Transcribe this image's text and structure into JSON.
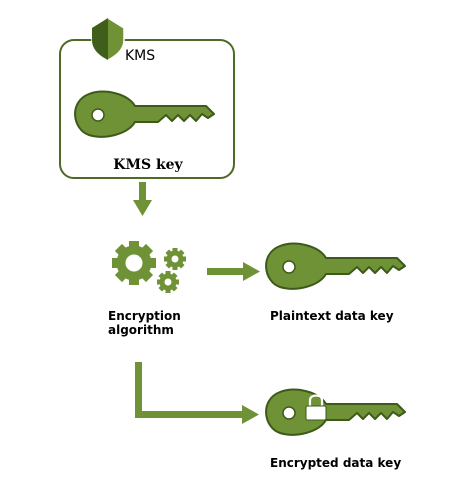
{
  "service": {
    "label": "KMS",
    "icon": "shield-icon"
  },
  "kms_key": {
    "label": "KMS key",
    "icon": "key-icon"
  },
  "algorithm": {
    "label_line1": "Encryption",
    "label_line2": "algorithm",
    "icon": "gears-icon"
  },
  "plaintext_key": {
    "label": "Plaintext data key",
    "icon": "key-icon"
  },
  "encrypted_key": {
    "label": "Encrypted data key",
    "icon": "locked-key-icon"
  },
  "colors": {
    "key_fill": "#6f9237",
    "key_outline": "#3e5a1a",
    "arrow": "#6f9237",
    "container_border": "#4d6a26",
    "shield_dark": "#3f5e1c",
    "shield_light": "#6f9237"
  }
}
